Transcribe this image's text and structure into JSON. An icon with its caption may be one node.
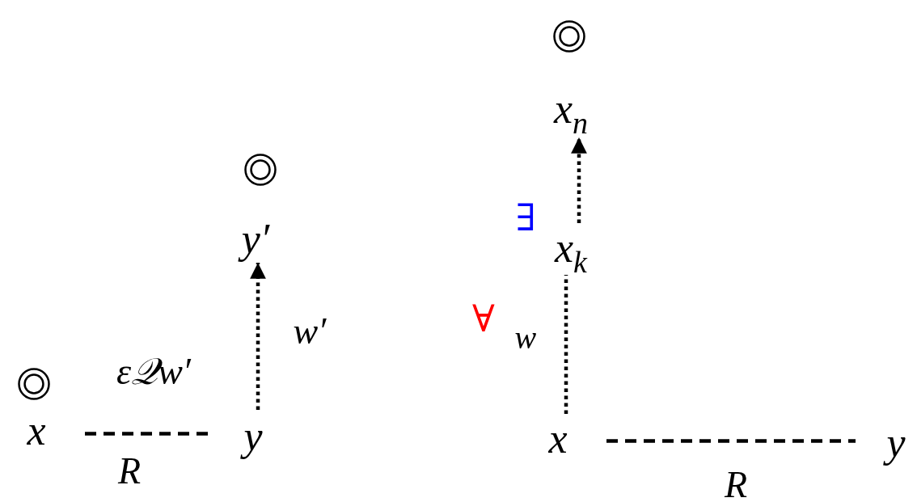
{
  "diagram": {
    "nodes": [
      {
        "text": [],
        "shape": "circle"
      },
      {
        "text": [
          "x$_{n}$"
        ]
      },
      {
        "text": [],
        "shape": "circle"
      },
      {
        "text": [
          "y′"
        ]
      },
      {
        "text": [
          "x$_{k}$"
        ]
      },
      {
        "text": [],
        "shape": "circle"
      },
      {
        "text": [
          "x"
        ]
      },
      {
        "text": [
          "y"
        ]
      },
      {
        "text": [
          "x"
        ]
      },
      {
        "text": [
          "y"
        ]
      }
    ],
    "edges": [
      {
        "from": 6,
        "to": 7,
        "arrow": "none",
        "style": "dashed",
        "label": "R"
      },
      {
        "from": 7,
        "to": 3,
        "arrow": "to",
        "label": "w′"
      },
      {
        "from": 8,
        "to": 4,
        "arrow": "none"
      },
      {
        "from": 4,
        "to": 1,
        "arrow": "to"
      },
      {
        "from": 8,
        "to": 9,
        "arrow": "none",
        "style": "dashed",
        "label": "R"
      }
    ],
    "labels": [
      "ε𝒬w′",
      "∃",
      "∀",
      "w"
    ]
  }
}
